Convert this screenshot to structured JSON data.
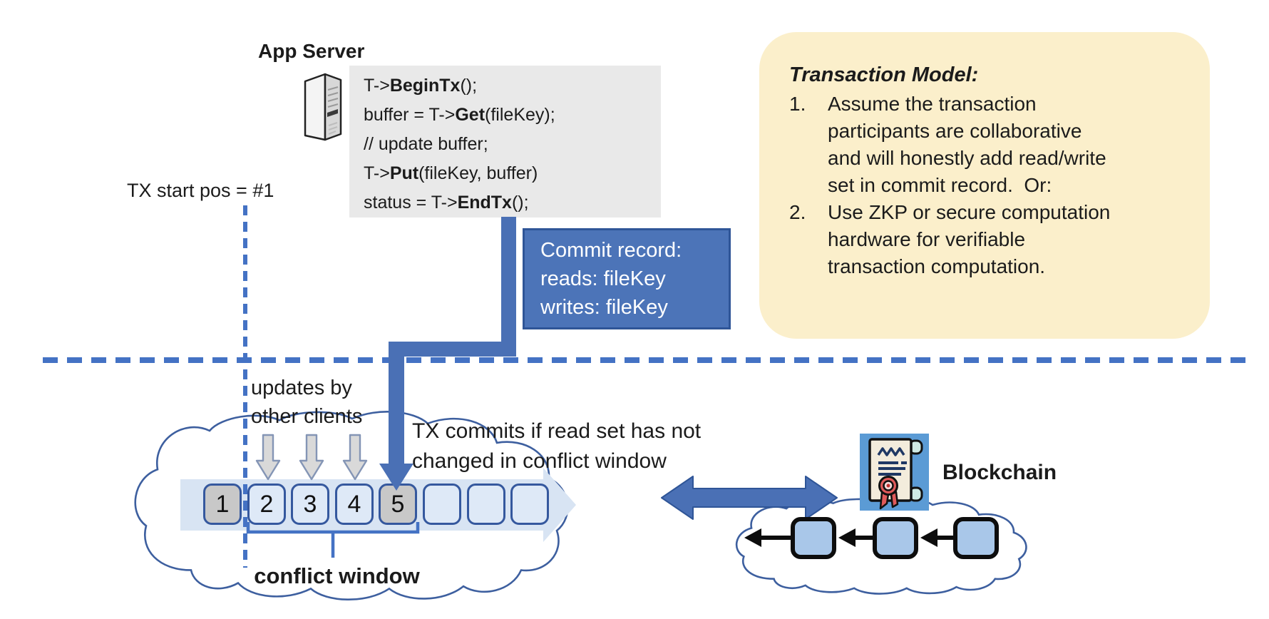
{
  "colors": {
    "accent": "#4472C4",
    "accent-dark": "#2F5597",
    "arrow-fill": "#4A70B5",
    "box-border": "#35589E",
    "box-blue": "#DEE9F7",
    "box-gray": "#C8C8C8",
    "light-arrow": "#D8E4F3",
    "cloud": "#3D5F9F",
    "note-yellow": "#FBEFCB",
    "code-bg": "#E9E9E9",
    "gray-arrow": "#D9D9D9",
    "gray-arrow-border": "#8495B5",
    "block-fill": "#A9C7E9",
    "commit-bg": "#4C74B8",
    "ink": "#1B1B1B"
  },
  "app_server": {
    "label": "App Server"
  },
  "code_block": {
    "lines": [
      {
        "pre": "T->",
        "bold": "BeginTx",
        "post": "();"
      },
      {
        "pre": "buffer = T->",
        "bold": "Get",
        "post": "(fileKey);"
      },
      {
        "pre": "// update buffer;",
        "bold": "",
        "post": ""
      },
      {
        "pre": "T->",
        "bold": "Put",
        "post": "(fileKey, buffer)"
      },
      {
        "pre": "status = T->",
        "bold": "EndTx",
        "post": "();"
      }
    ]
  },
  "tx_start": {
    "label": "TX start pos = #1"
  },
  "commit_record": {
    "lines": [
      "Commit record:",
      "reads: fileKey",
      "writes: fileKey"
    ]
  },
  "transaction_model": {
    "title": "Transaction Model:",
    "items": [
      {
        "num": "1.",
        "lines": [
          "Assume the transaction",
          "participants are collaborative",
          "and will honestly add read/write",
          "set in commit record.  Or:"
        ]
      },
      {
        "num": "2.",
        "lines": [
          "Use ZKP or secure computation",
          "hardware for verifiable",
          "transaction computation."
        ]
      }
    ]
  },
  "timeline": {
    "updates_note_lines": [
      "updates by",
      "other clients"
    ],
    "commit_note_lines": [
      "TX commits if read set has not",
      "changed in conflict window"
    ],
    "conflict_window_label": "conflict window",
    "boxes": [
      {
        "label": "1",
        "variant": "gray"
      },
      {
        "label": "2",
        "variant": "blue"
      },
      {
        "label": "3",
        "variant": "blue"
      },
      {
        "label": "4",
        "variant": "blue"
      },
      {
        "label": "5",
        "variant": "gray"
      },
      {
        "label": "",
        "variant": "blue"
      },
      {
        "label": "",
        "variant": "blue"
      },
      {
        "label": "",
        "variant": "blue"
      }
    ]
  },
  "blockchain": {
    "label": "Blockchain"
  }
}
